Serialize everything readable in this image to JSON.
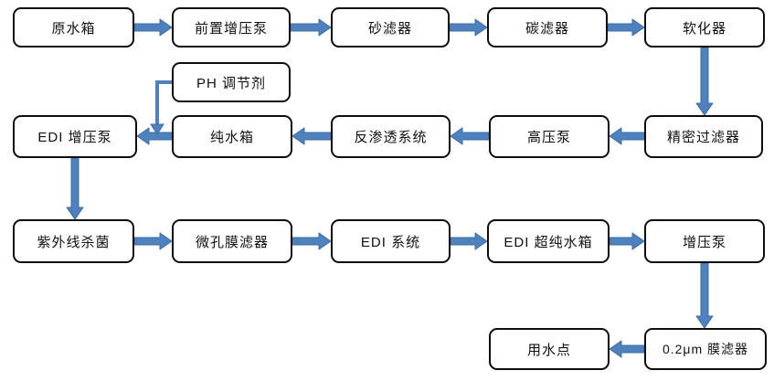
{
  "colors": {
    "arrow_fill": "#4f81bd",
    "arrow_stroke": "#3a6ca8",
    "box_border": "#0d0d0d",
    "box_fill": "#ffffff"
  },
  "nodes": [
    {
      "id": "raw-water-tank",
      "label": "原水箱"
    },
    {
      "id": "pre-booster-pump",
      "label": "前置增压泵"
    },
    {
      "id": "sand-filter",
      "label": "砂滤器"
    },
    {
      "id": "carbon-filter",
      "label": "碳滤器"
    },
    {
      "id": "softener",
      "label": "软化器"
    },
    {
      "id": "ph-adjuster",
      "label": "PH 调节剂"
    },
    {
      "id": "edi-booster-pump",
      "label": "EDI 增压泵"
    },
    {
      "id": "pure-water-tank",
      "label": "纯水箱"
    },
    {
      "id": "ro-system",
      "label": "反渗透系统"
    },
    {
      "id": "high-pressure-pump",
      "label": "高压泵"
    },
    {
      "id": "precision-filter",
      "label": "精密过滤器"
    },
    {
      "id": "uv-sterilizer",
      "label": "紫外线杀菌"
    },
    {
      "id": "microporous-membrane-filter",
      "label": "微孔膜滤器"
    },
    {
      "id": "edi-system",
      "label": "EDI 系统"
    },
    {
      "id": "edi-ultrapure-water-tank",
      "label": "EDI 超纯水箱"
    },
    {
      "id": "booster-pump",
      "label": "增压泵"
    },
    {
      "id": "point-of-use",
      "label": "用水点"
    },
    {
      "id": "membrane-filter-0-2um",
      "label": "0.2μm 膜滤器"
    }
  ],
  "edges": [
    {
      "from": "raw-water-tank",
      "to": "pre-booster-pump"
    },
    {
      "from": "pre-booster-pump",
      "to": "sand-filter"
    },
    {
      "from": "sand-filter",
      "to": "carbon-filter"
    },
    {
      "from": "carbon-filter",
      "to": "softener"
    },
    {
      "from": "softener",
      "to": "precision-filter"
    },
    {
      "from": "precision-filter",
      "to": "high-pressure-pump"
    },
    {
      "from": "high-pressure-pump",
      "to": "ro-system"
    },
    {
      "from": "ro-system",
      "to": "pure-water-tank"
    },
    {
      "from": "pure-water-tank",
      "to": "edi-booster-pump"
    },
    {
      "from": "ph-adjuster",
      "to": "edi-booster-pump"
    },
    {
      "from": "edi-booster-pump",
      "to": "uv-sterilizer"
    },
    {
      "from": "uv-sterilizer",
      "to": "microporous-membrane-filter"
    },
    {
      "from": "microporous-membrane-filter",
      "to": "edi-system"
    },
    {
      "from": "edi-system",
      "to": "edi-ultrapure-water-tank"
    },
    {
      "from": "edi-ultrapure-water-tank",
      "to": "booster-pump"
    },
    {
      "from": "booster-pump",
      "to": "membrane-filter-0-2um"
    },
    {
      "from": "membrane-filter-0-2um",
      "to": "point-of-use"
    }
  ]
}
